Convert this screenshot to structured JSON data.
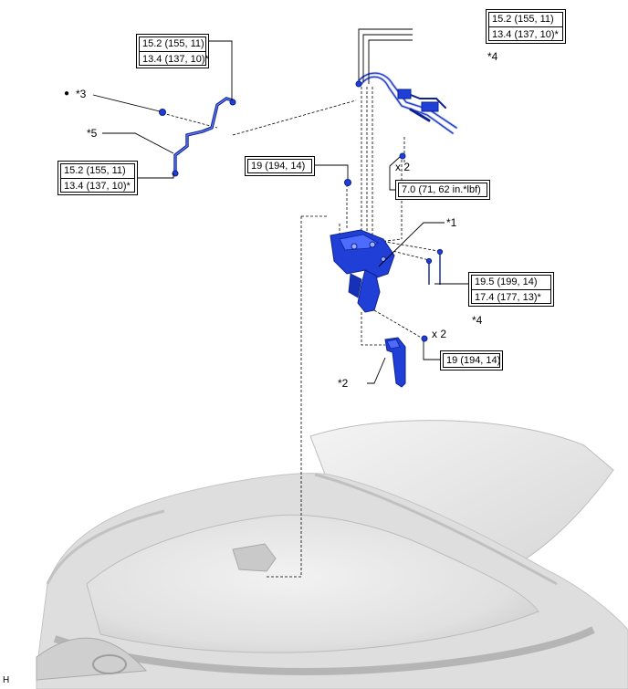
{
  "callouts": {
    "c1": "*1",
    "c2": "*2",
    "c3": "*3",
    "c4_top": "*4",
    "c4_right": "*4",
    "c5": "*5"
  },
  "torque": {
    "top_left": [
      "15.2 (155, 11)",
      "13.4 (137, 10)*"
    ],
    "top_right": [
      "15.2 (155, 11)",
      "13.4 (137, 10)*"
    ],
    "left_mid": [
      "15.2 (155, 11)",
      "13.4 (137, 10)*"
    ],
    "bolt_center": [
      "19 (194, 14)"
    ],
    "nut_small": [
      "7.0 (71, 62 in.*lbf)"
    ],
    "right_mid": [
      "19.5 (199, 14)",
      "17.4 (177, 13)*"
    ],
    "bottom_right": [
      "19 (194, 14)"
    ]
  },
  "quantity": {
    "upper": "x 2",
    "lower": "x 2"
  },
  "marker": {
    "dot_legend": "●"
  },
  "corner_code": "H",
  "colors": {
    "part_blue": "#1f3fd6",
    "part_dark": "#0d2190",
    "engine_gray": "#d9d9d9",
    "line": "#000000"
  }
}
